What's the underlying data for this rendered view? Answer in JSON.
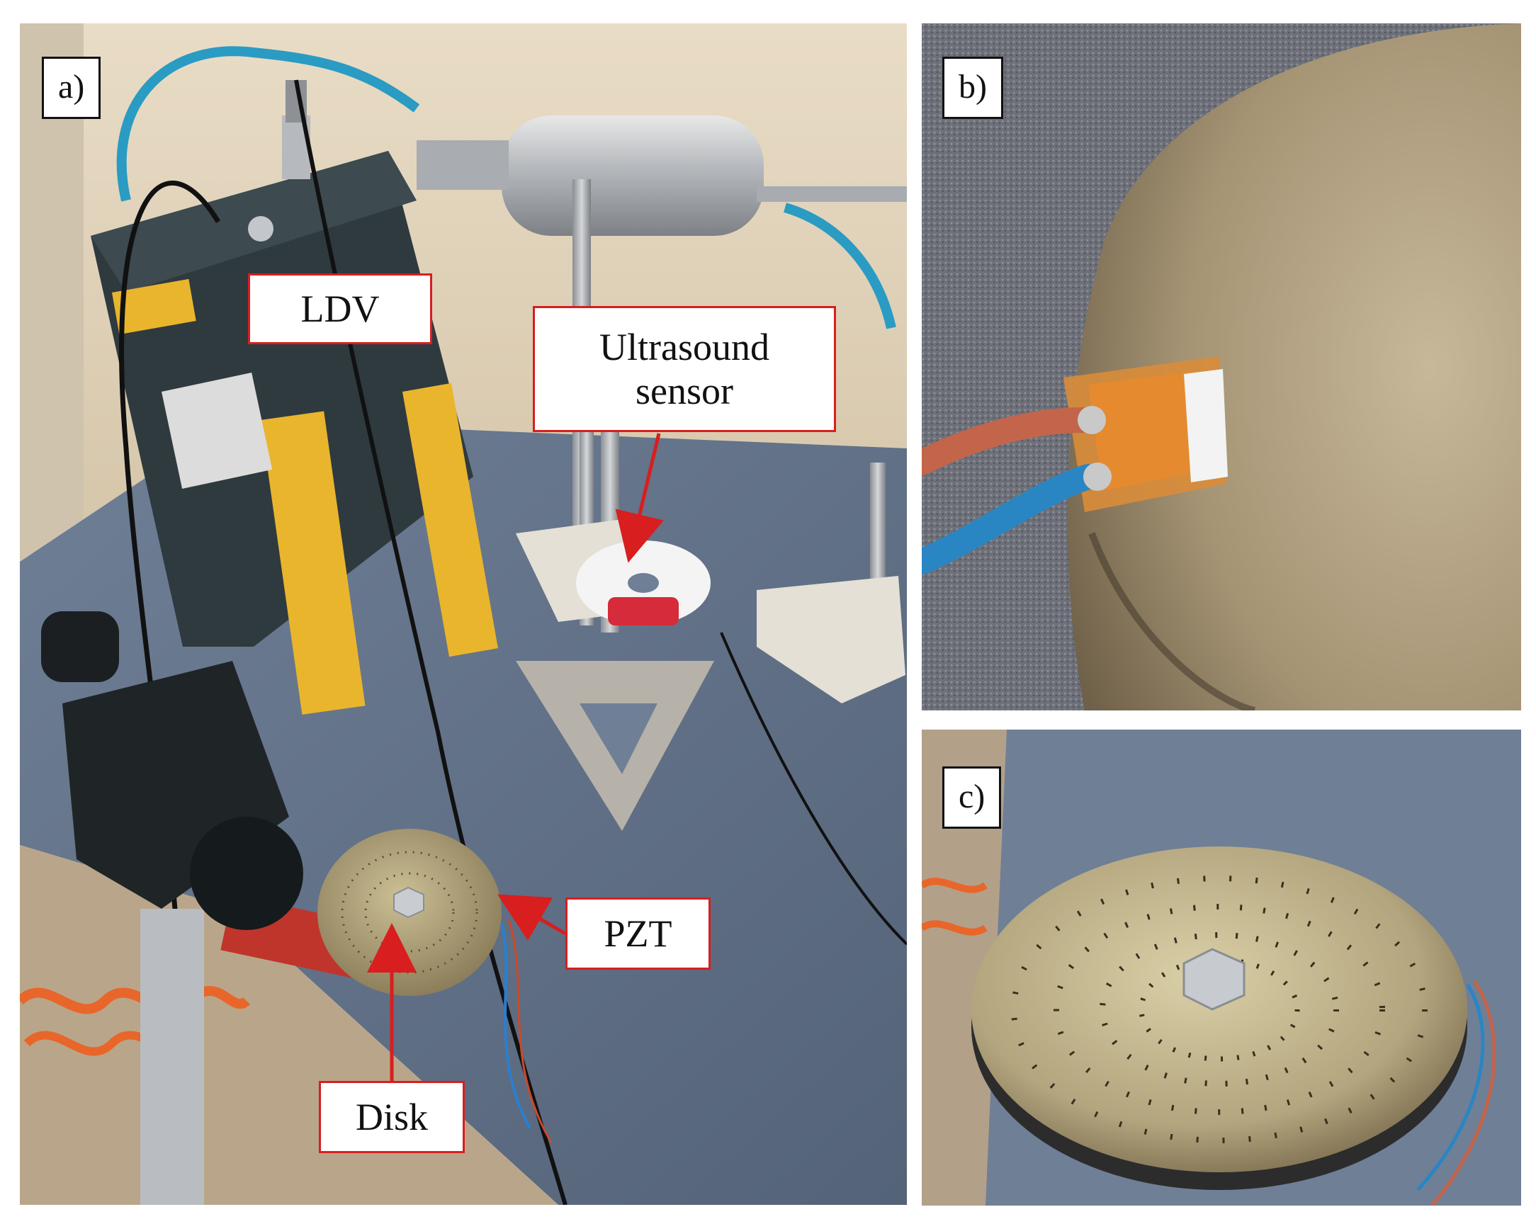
{
  "panels": {
    "a": {
      "label": "a)"
    },
    "b": {
      "label": "b)"
    },
    "c": {
      "label": "c)"
    }
  },
  "callouts": {
    "ldv": "LDV",
    "ultrasound_line1": "Ultrasound",
    "ultrasound_line2": "sensor",
    "pzt": "PZT",
    "disk": "Disk"
  },
  "colors": {
    "callout_border": "#d81e1e",
    "arrow": "#d81e1e",
    "label_border": "#111111"
  }
}
